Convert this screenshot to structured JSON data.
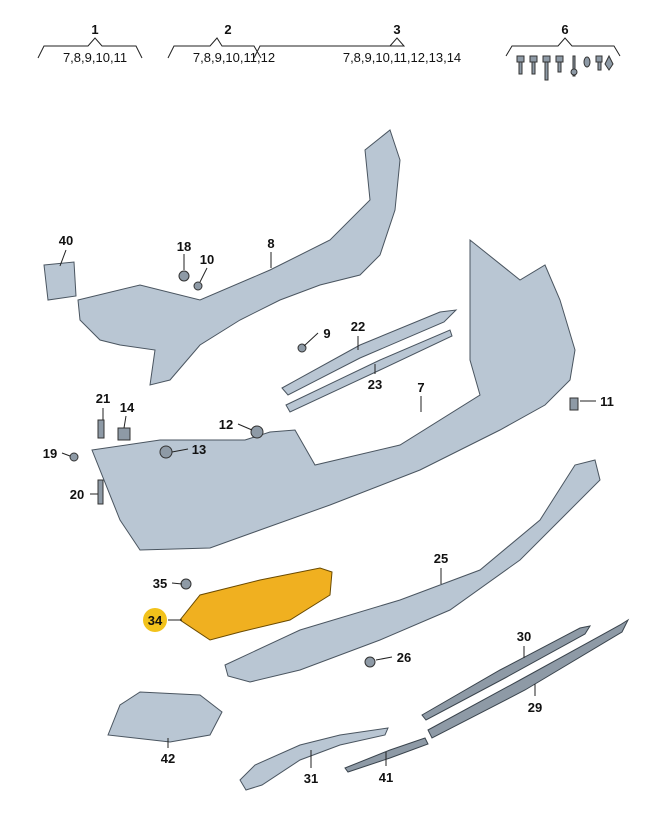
{
  "groups": [
    {
      "number": "1",
      "members": "7,8,9,10,11"
    },
    {
      "number": "2",
      "members": "7,8,9,10,11,12"
    },
    {
      "number": "3",
      "members": "7,8,9,10,11,12,13,14"
    },
    {
      "number": "6",
      "members": ""
    }
  ],
  "labels": [
    "40",
    "18",
    "10",
    "8",
    "9",
    "22",
    "23",
    "7",
    "11",
    "21",
    "14",
    "12",
    "13",
    "19",
    "20",
    "35",
    "25",
    "34",
    "30",
    "26",
    "29",
    "42",
    "31",
    "41"
  ],
  "highlight": {
    "label": "34",
    "color": "#f2c21b",
    "part_color": "#f0b020"
  },
  "colors": {
    "part": "#b9c6d3",
    "outline": "#4a5560"
  }
}
